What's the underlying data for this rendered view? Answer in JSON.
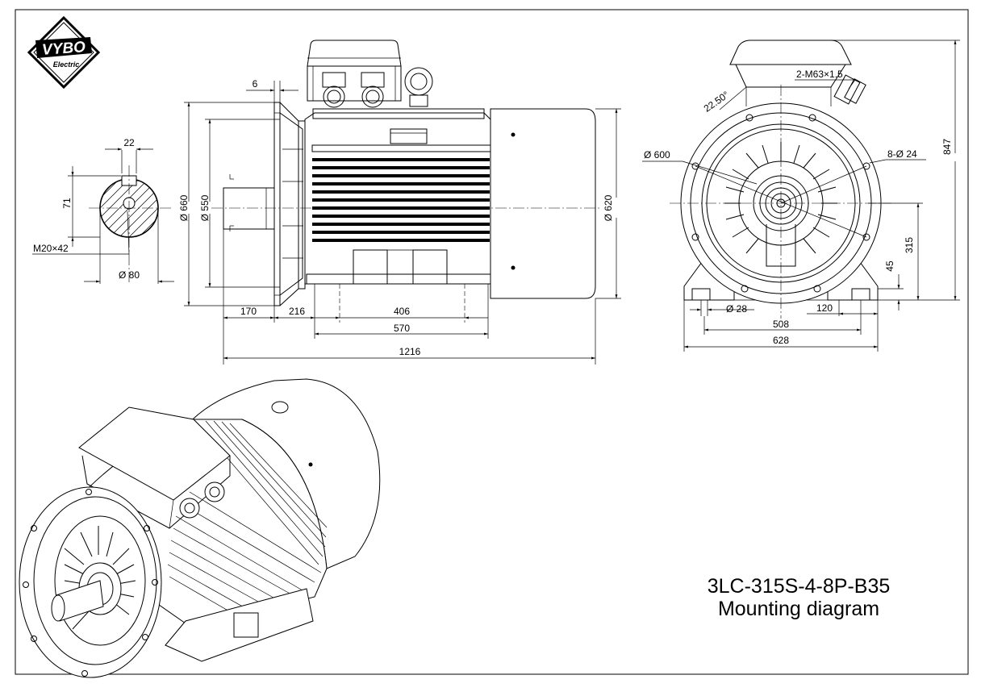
{
  "logo": {
    "brand": "VYBO",
    "sub": "Electric"
  },
  "title": {
    "model": "3LC-315S-4-8P-B35",
    "subtitle": "Mounting diagram"
  },
  "shaft_section": {
    "key_width": "22",
    "key_depth": "71",
    "thread": "M20×42",
    "diameter": "Ø 80"
  },
  "side_view": {
    "flange_thickness": "6",
    "flange_outer_diameter": "Ø 660",
    "spigot_diameter": "Ø 550",
    "body_diameter": "Ø 620",
    "shaft_length": "170",
    "shaft_to_foot": "216",
    "foot_holes_distance": "406",
    "foot_length": "570",
    "overall_length": "1216"
  },
  "front_view": {
    "angle": "22.50°",
    "cable_glands": "2-M63×1.5",
    "pcd": "Ø 600",
    "flange_holes": "8-Ø 24",
    "overall_height": "847",
    "shaft_height": "315",
    "foot_height": "45",
    "foot_hole": "Ø 28",
    "foot_width_edge": "120",
    "foot_holes_span": "508",
    "foot_overall": "628"
  }
}
